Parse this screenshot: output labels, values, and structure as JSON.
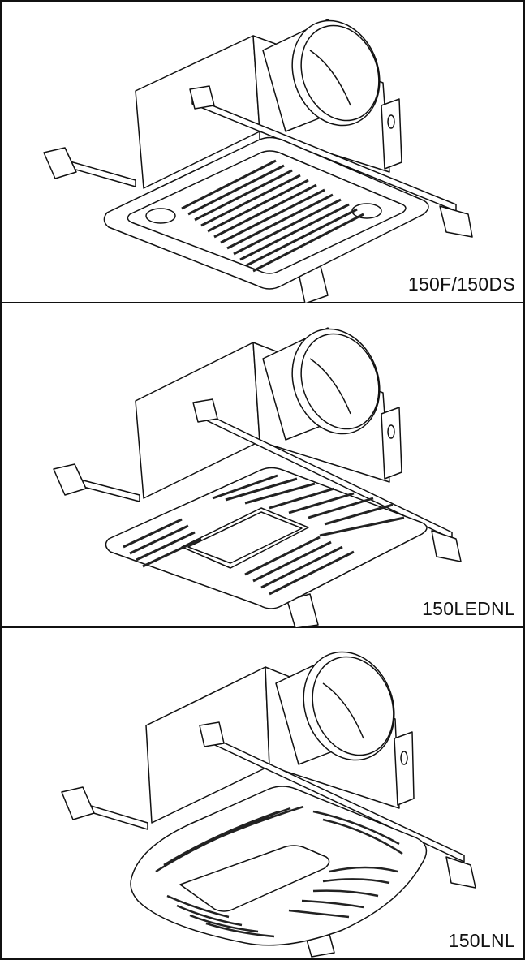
{
  "panels": [
    {
      "model": "150F/150DS",
      "grille_type": "square-slotted-grille"
    },
    {
      "model": "150LEDNL",
      "grille_type": "square-grille-with-led-lens"
    },
    {
      "model": "150LNL",
      "grille_type": "curved-grille-with-light-lens"
    }
  ],
  "colors": {
    "line": "#111111",
    "fill": "#ffffff",
    "slot": "#222222"
  }
}
